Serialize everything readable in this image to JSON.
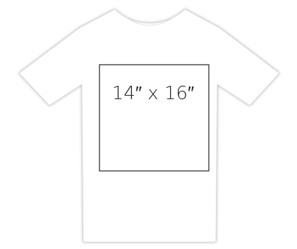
{
  "print_area": {
    "label": "14″ x 16″",
    "width_in": 14,
    "height_in": 16
  },
  "colors": {
    "background": "#ffffff",
    "shirt_fill": "#ffffff",
    "shirt_shadow": "#9a9a9a",
    "box_stroke": "#222222",
    "label_color": "#222222"
  },
  "icons": {
    "garment": "tshirt-outline-icon"
  }
}
